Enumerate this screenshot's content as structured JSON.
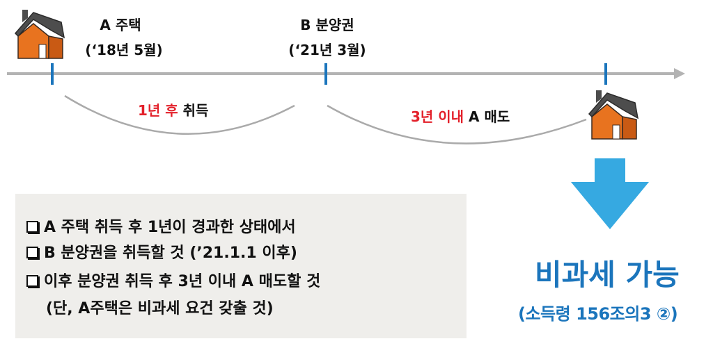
{
  "timeline": {
    "event_a_title": "A 주택",
    "event_a_date": "(‘18년 5월)",
    "event_b_title": "B 분양권",
    "event_b_date": "(‘21년 3월)"
  },
  "arcs": {
    "first_red": "1년 후",
    "first_black": " 취득",
    "second_red": "3년 이내",
    "second_black_a": " A",
    "second_black": " 매도"
  },
  "conditions": {
    "items": [
      "A 주택 취득 후 1년이 경과한 상태에서",
      "B 분양권을 취득할 것 (’21.1.1 이후)",
      "이후 분양권 취득 후 3년 이내 A 매도할 것"
    ],
    "note": "(단, A주택은 비과세 요건 갖출 것)"
  },
  "result": {
    "main": "비과세 가능",
    "sub": "(소득령 156조의3 ②)"
  },
  "colors": {
    "timeline": "#b3b3b3",
    "tick": "#1b75bc",
    "accent_red": "#e3202a",
    "result_blue": "#1b75bc",
    "arrow_blue": "#36a9e1",
    "box_bg": "#efeeeb"
  }
}
